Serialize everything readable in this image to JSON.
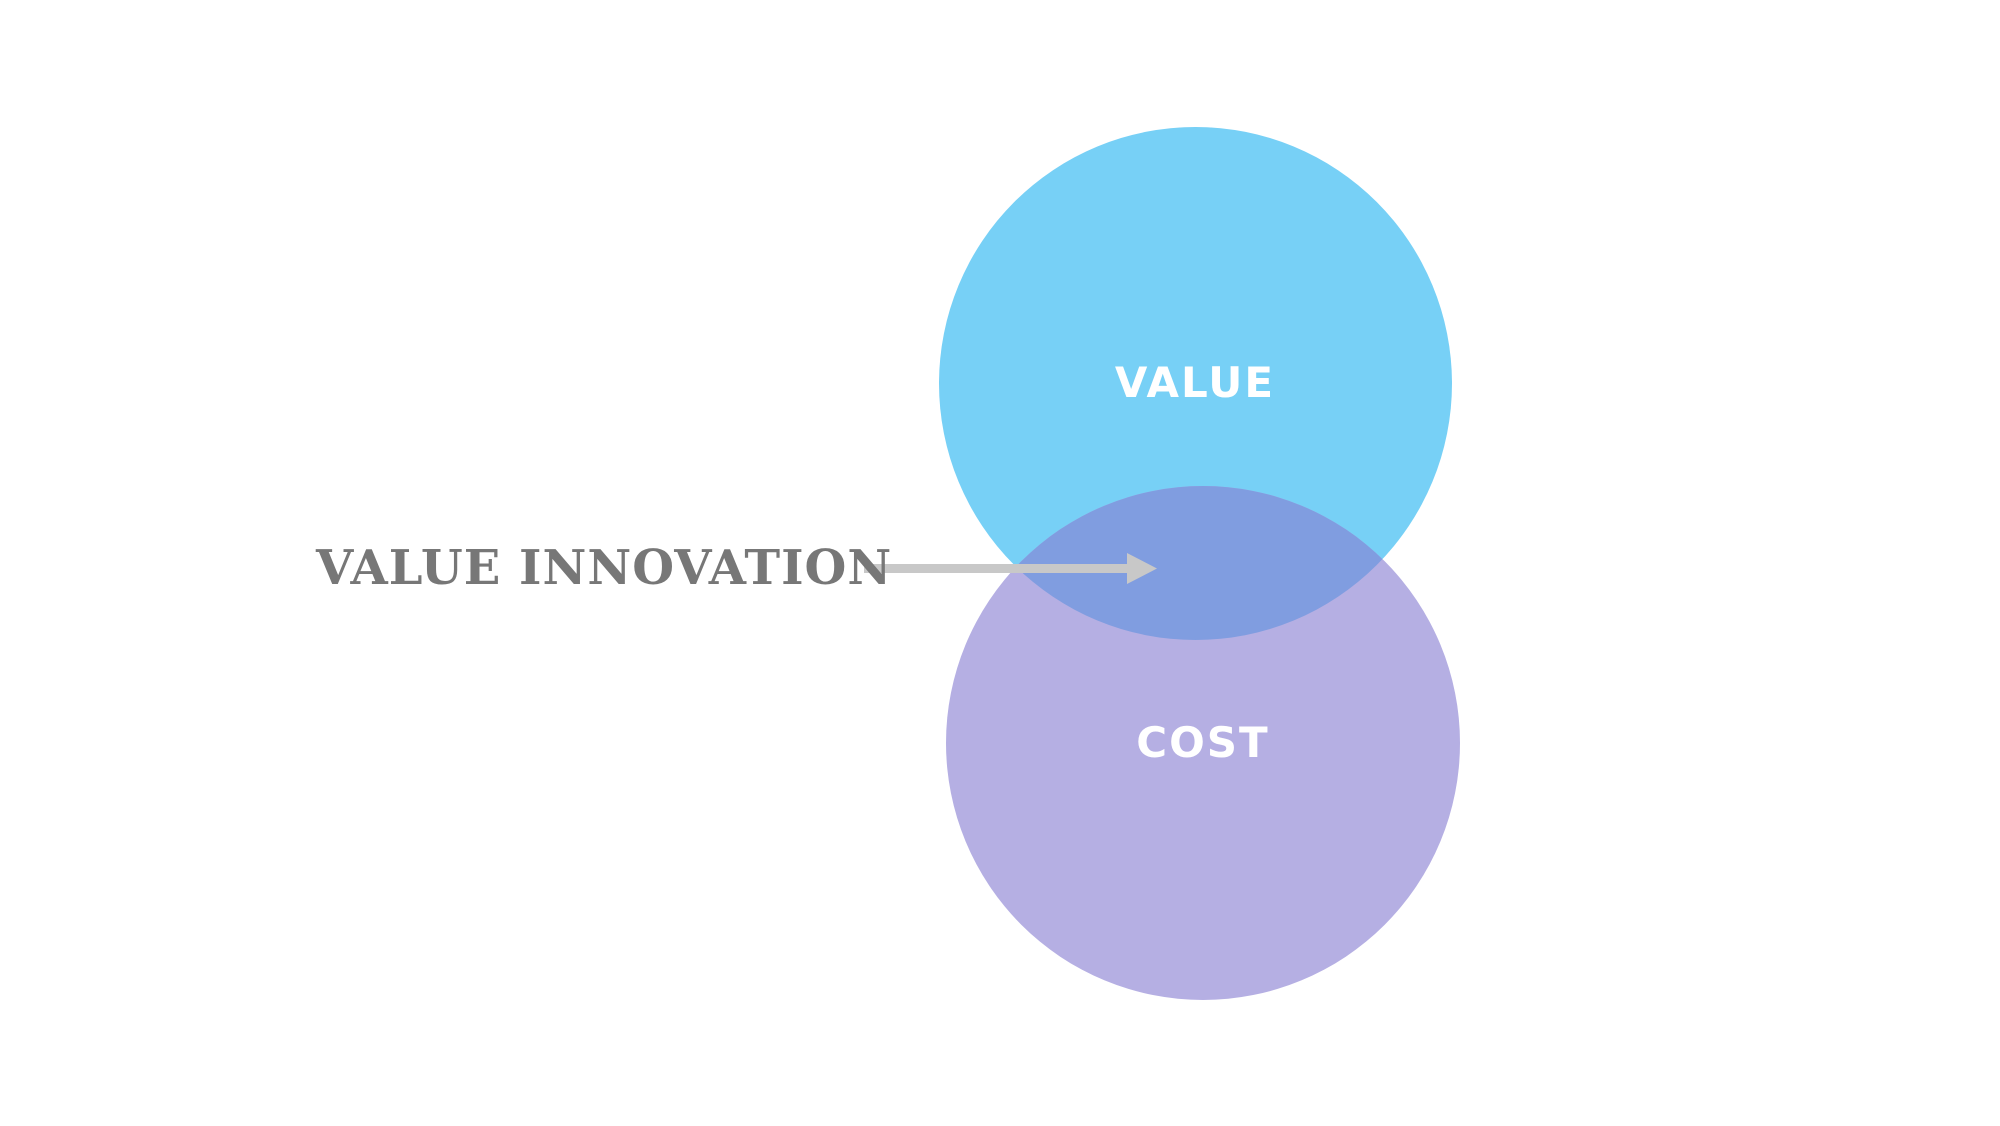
{
  "diagram": {
    "type": "venn",
    "circles": [
      {
        "id": "value",
        "label": "VALUE",
        "color": "#77d0f6"
      },
      {
        "id": "cost",
        "label": "COST",
        "color": "#b5afe3"
      }
    ],
    "overlap": {
      "color": "#809de0"
    },
    "callout": {
      "label": "VALUE INNOVATION",
      "color": "#777777",
      "arrow_color": "#c8c8c8"
    }
  }
}
